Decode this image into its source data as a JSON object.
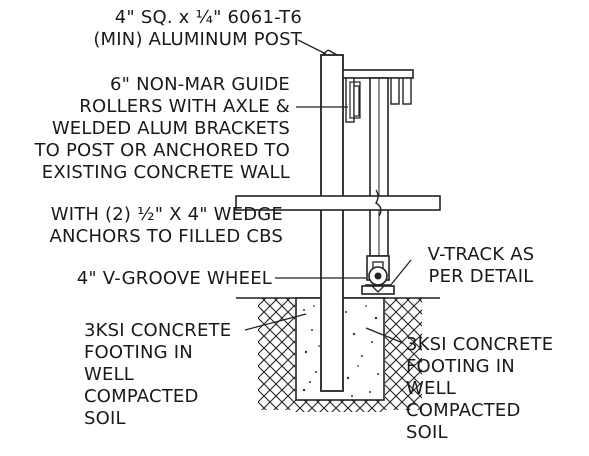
{
  "labels": {
    "post": [
      "4\" SQ. x ¼\" 6061-T6",
      "(MIN) ALUMINUM  POST"
    ],
    "rollers": [
      "6\" NON-MAR GUIDE",
      "ROLLERS WITH AXLE &",
      "WELDED ALUM BRACKETS",
      "TO POST OR ANCHORED TO",
      "EXISTING CONCRETE WALL"
    ],
    "anchors": [
      "WITH (2) ½\" X 4\" WEDGE",
      "ANCHORS TO FILLED CBS"
    ],
    "wheel": "4\" V-GROOVE WHEEL",
    "vtrack": [
      "V-TRACK AS",
      "PER DETAIL"
    ],
    "footing_left": [
      "3KSI CONCRETE",
      "FOOTING IN",
      "WELL",
      "COMPACTED",
      "SOIL"
    ],
    "footing_right": [
      "3KSI CONCRETE",
      "FOOTING IN",
      "WELL",
      "COMPACTED",
      "SOIL"
    ]
  }
}
